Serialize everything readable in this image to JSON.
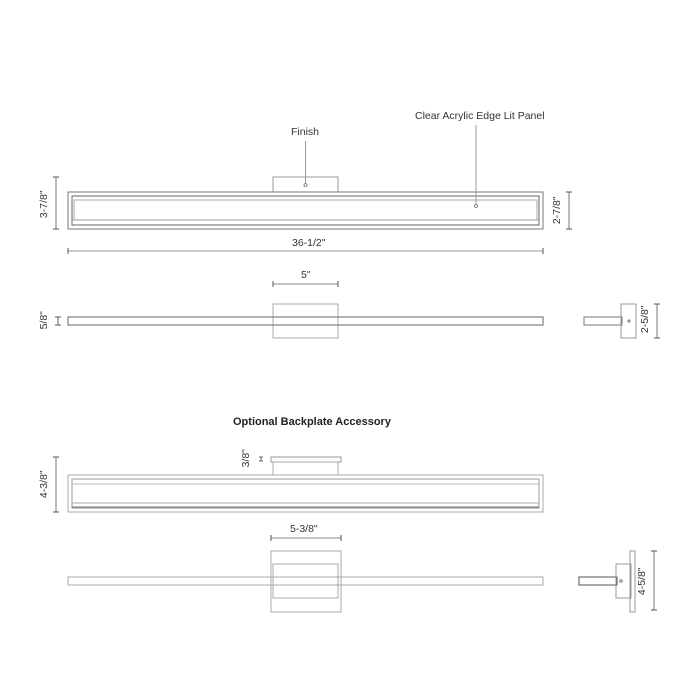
{
  "callouts": {
    "finish": "Finish",
    "panel": "Clear Acrylic Edge Lit Panel"
  },
  "dimensions": {
    "front_height": "3-7/8\"",
    "panel_height": "2-7/8\"",
    "overall_width": "36-1/2\"",
    "canopy_width": "5\"",
    "profile_depth": "5/8\"",
    "side_height": "2-5/8\"",
    "backplate_thickness": "3/8\"",
    "backplate_front_height": "4-3/8\"",
    "backplate_width": "5-3/8\"",
    "backplate_side_height": "4-5/8\""
  },
  "sections": {
    "backplate_title": "Optional Backplate Accessory"
  },
  "colors": {
    "line": "#8a8a8a",
    "line_dark": "#555555",
    "text": "#333333"
  }
}
